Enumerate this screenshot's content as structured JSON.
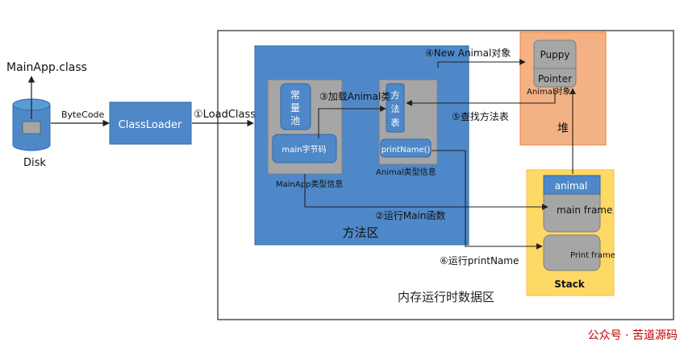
{
  "disk": {
    "file_label": "MainApp.class",
    "label": "Disk"
  },
  "bytecode_label": "ByteCode",
  "classloader_label": "ClassLoader",
  "steps": {
    "load_class": "①LoadClass()",
    "run_main": "②运行Main函数",
    "load_animal": "③加载Animal类",
    "new_animal": "④New Animal对象",
    "find_method": "⑤查找方法表",
    "run_printname": "⑥运行printName"
  },
  "memory_area_label": "内存运行时数据区",
  "method_area": {
    "label": "方法区",
    "mainapp": {
      "constant_pool": [
        "常",
        "量",
        "池"
      ],
      "bytecode": "main字节码",
      "caption": "MainApp类型信息"
    },
    "animal": {
      "method_table": [
        "方",
        "法",
        "表"
      ],
      "print_name": "printName()",
      "caption": "Animal类型信息"
    }
  },
  "heap": {
    "label": "堆",
    "puppy": "Puppy",
    "pointer": "Pointer",
    "object_caption": "Animal对象"
  },
  "stack": {
    "label": "Stack",
    "animal_var": "animal",
    "main_frame": "main frame",
    "print_frame": "Print frame"
  },
  "watermark": "公众号 · 苦道源码",
  "colors": {
    "blue_fill": "#4f88c8",
    "blue_light": "#5b9bd5",
    "blue_border": "#2e6aa8",
    "gray_fill": "#a6a6a6",
    "gray_box": "#bfbfbf",
    "heap_fill": "#f4b183",
    "heap_border": "#ed7d31",
    "stack_fill": "#ffd966",
    "stack_border": "#f4b942",
    "watermark": "#c00000",
    "arrow": "#1f1f1f"
  }
}
